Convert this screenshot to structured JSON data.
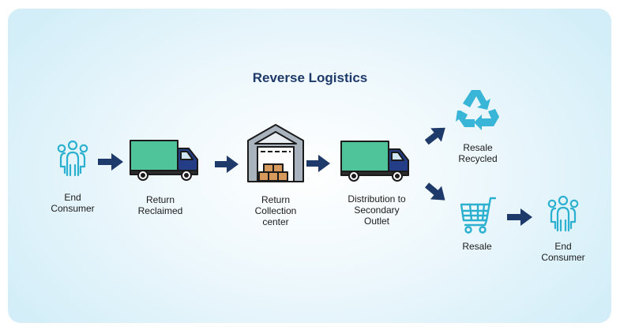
{
  "diagram": {
    "title": "Reverse Logistics",
    "nodes": [
      {
        "id": "end-consumer-1",
        "icon": "people-icon",
        "label_line1": "End",
        "label_line2": "Consumer"
      },
      {
        "id": "return-reclaimed",
        "icon": "truck-icon",
        "label_line1": "Return",
        "label_line2": "Reclaimed"
      },
      {
        "id": "return-collection-center",
        "icon": "warehouse-icon",
        "label_line1": "Return",
        "label_line2": "Collection",
        "label_line3": "center"
      },
      {
        "id": "distribution",
        "icon": "truck-icon",
        "label_line1": "Distribution to",
        "label_line2": "Secondary",
        "label_line3": "Outlet"
      },
      {
        "id": "resale-recycled",
        "icon": "recycle-icon",
        "label_line1": "Resale",
        "label_line2": "Recycled"
      },
      {
        "id": "resale",
        "icon": "shopping-cart-icon",
        "label_line1": "Resale"
      },
      {
        "id": "end-consumer-2",
        "icon": "people-icon",
        "label_line1": "End",
        "label_line2": "Consumer"
      }
    ],
    "colors": {
      "title": "#1e3a6a",
      "arrow": "#1e3a6a",
      "people": "#2bb0cf",
      "truck_body": "#4fc49a",
      "truck_cab": "#233d86",
      "recycle": "#39b5d8",
      "cart": "#2bb0cf",
      "boxes": "#d89a5c"
    }
  }
}
